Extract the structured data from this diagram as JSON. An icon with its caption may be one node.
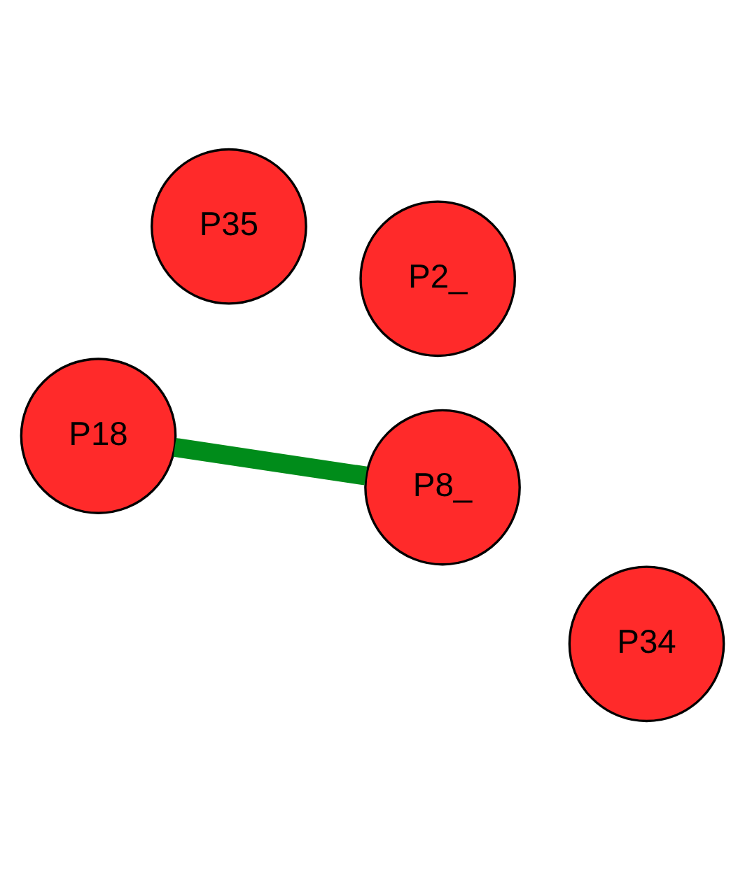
{
  "diagram": {
    "nodes": [
      {
        "text": [
          "P2_"
        ]
      },
      {
        "text": [
          "P35"
        ]
      },
      {
        "text": [
          "P18"
        ]
      },
      {
        "text": [
          "P8_"
        ]
      },
      {
        "text": [
          "P34"
        ]
      }
    ],
    "edges": [
      {
        "from": 2,
        "to": 3,
        "arrow": "none",
        "color": "#008c1a"
      }
    ]
  }
}
